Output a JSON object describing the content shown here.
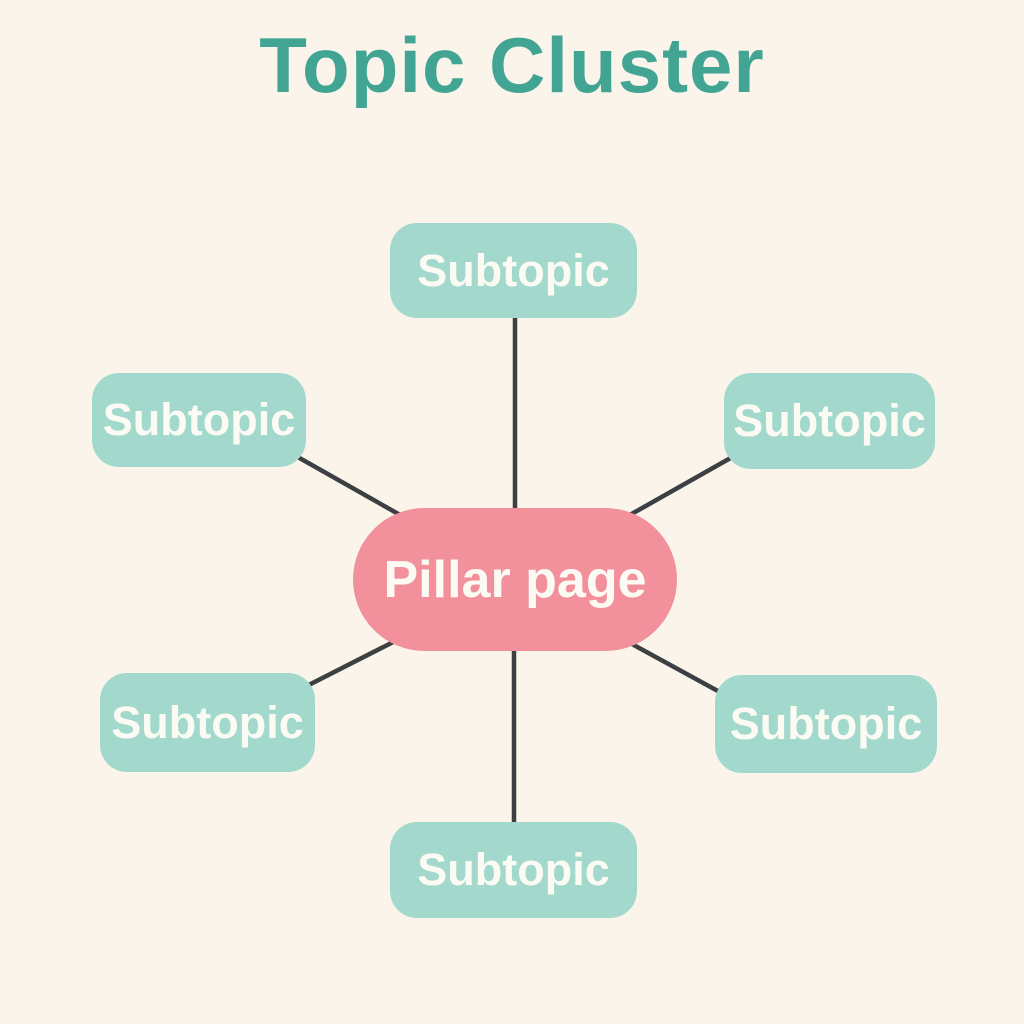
{
  "title": "Topic Cluster",
  "diagram": {
    "type": "topic-cluster",
    "center": {
      "label": "Pillar page"
    },
    "subtopics": [
      {
        "position": "top",
        "label": "Subtopic"
      },
      {
        "position": "upper-left",
        "label": "Subtopic"
      },
      {
        "position": "upper-right",
        "label": "Subtopic"
      },
      {
        "position": "lower-left",
        "label": "Subtopic"
      },
      {
        "position": "lower-right",
        "label": "Subtopic"
      },
      {
        "position": "bottom",
        "label": "Subtopic"
      }
    ],
    "connections": "each subtopic connects to the pillar page with a straight line"
  },
  "colors": {
    "background": "#FAF4EB",
    "title": "#42A493",
    "pillar_fill": "#F2909B",
    "subtopic_fill": "#A2D9CC",
    "node_text": "#FCFBF3",
    "connector": "#3C4043"
  }
}
